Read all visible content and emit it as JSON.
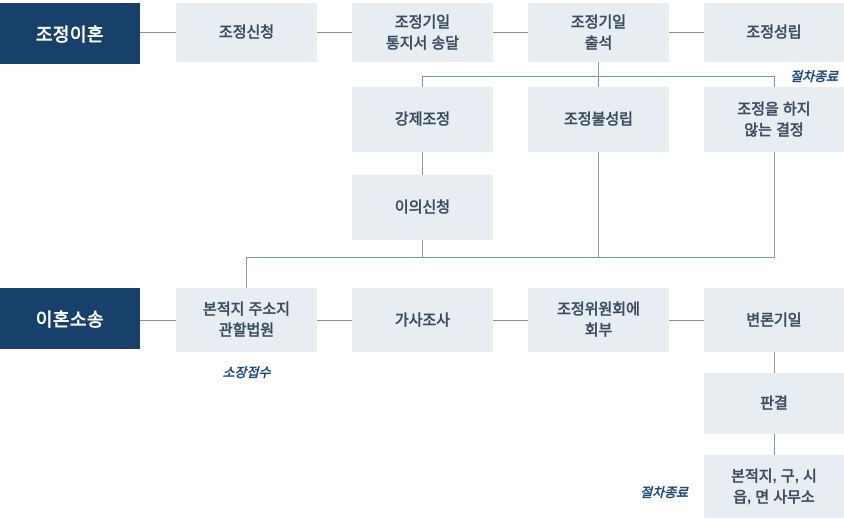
{
  "lanes": {
    "mediation": "조정이혼",
    "lawsuit": "이혼소송"
  },
  "nodes": {
    "mediation_request": "조정신청",
    "hearing_notice": "조정기일\n통지서 송달",
    "hearing_attendance": "조정기일\n출석",
    "mediation_established": "조정성립",
    "compulsory_mediation": "강제조정",
    "mediation_not_established": "조정불성립",
    "decision_not_to_mediate": "조정을 하지\n않는 결정",
    "objection": "이의신청",
    "competent_court": "본적지 주소지\n관할법원",
    "family_investigation": "가사조사",
    "committee_referral": "조정위원회에\n회부",
    "pleading_date": "변론기일",
    "judgment": "판결",
    "registry_office": "본적지, 구, 시\n읍, 면 사무소"
  },
  "labels": {
    "procedure_end_top": "절차종료",
    "complaint_filing": "소장접수",
    "procedure_end_bottom": "절차종료"
  },
  "colors": {
    "header_bg": "#17406b",
    "node_bg": "#e8edf1",
    "node_text": "#3a4c60",
    "connector": "#7a99ae",
    "label_text": "#1c4a7c"
  }
}
